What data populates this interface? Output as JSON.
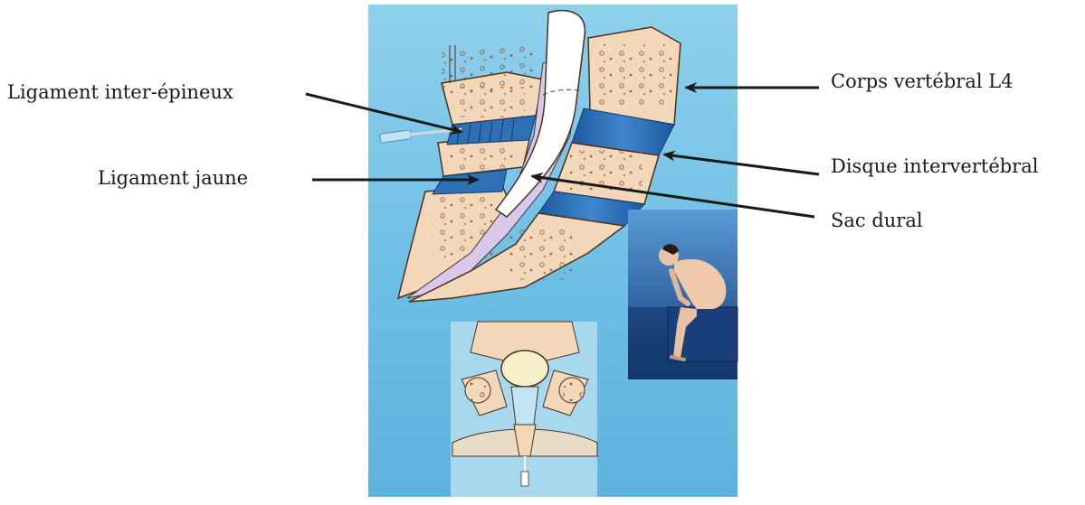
{
  "labels": {
    "ligament_inter_epineux": "Ligament inter-épineux",
    "ligament_jaune": "Ligament jaune",
    "corps_vertebral": "Corps vertébral L4",
    "disque_intervertebral": "Disque intervertébral",
    "sac_dural": "Sac dural"
  },
  "colors": {
    "panel_background": "#7ec8e8",
    "bone": "#f2d8b8",
    "disc_ligament": "#2f6fb3",
    "dura": "#ffffff",
    "patient_panel": "#1e4a8c",
    "arrow": "#1a1a1a"
  }
}
